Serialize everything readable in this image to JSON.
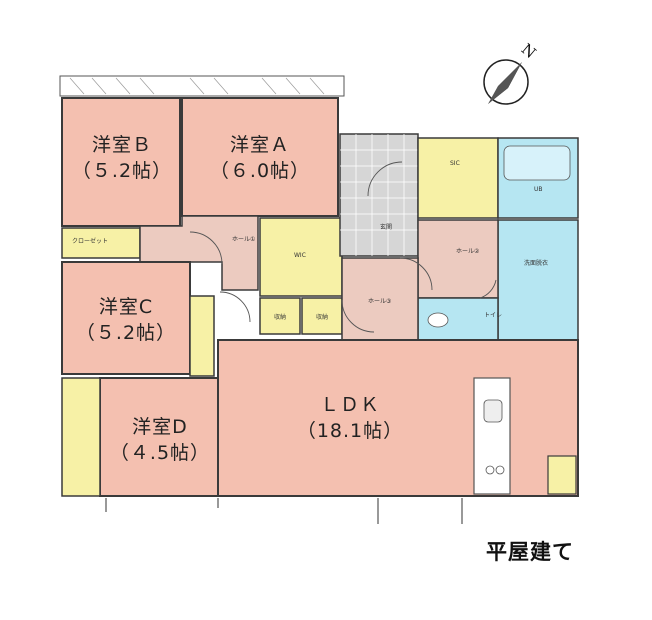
{
  "rooms": {
    "room_b": {
      "name": "洋室Ｂ",
      "size": "（５.2帖）"
    },
    "room_a": {
      "name": "洋室Ａ",
      "size": "（６.0帖）"
    },
    "room_c": {
      "name": "洋室C",
      "size": "（５.2帖）"
    },
    "room_d": {
      "name": "洋室D",
      "size": "（４.5帖）"
    },
    "ldk": {
      "name": "ＬＤＫ",
      "size": "（18.1帖）"
    }
  },
  "small_labels": {
    "wic": "WIC",
    "hall1": "ホール①",
    "hall2": "ホール②",
    "hall3": "ホール③",
    "entrance": "玄関",
    "shoes": "SIC",
    "toilet": "トイレ",
    "ub": "UB",
    "wash": "洗面脱衣",
    "storage1": "収納",
    "storage2": "収納",
    "closet": "クローゼット"
  },
  "compass": {
    "label": "N"
  },
  "caption": "平屋建て",
  "colors": {
    "room_pink": "#f4c0b0",
    "hall_pink": "#eccbc0",
    "closet_yellow": "#f7f1a6",
    "bath_blue": "#b6e6f2",
    "entrance_gray": "#d6d6d6",
    "wall": "#3a3a3a"
  }
}
